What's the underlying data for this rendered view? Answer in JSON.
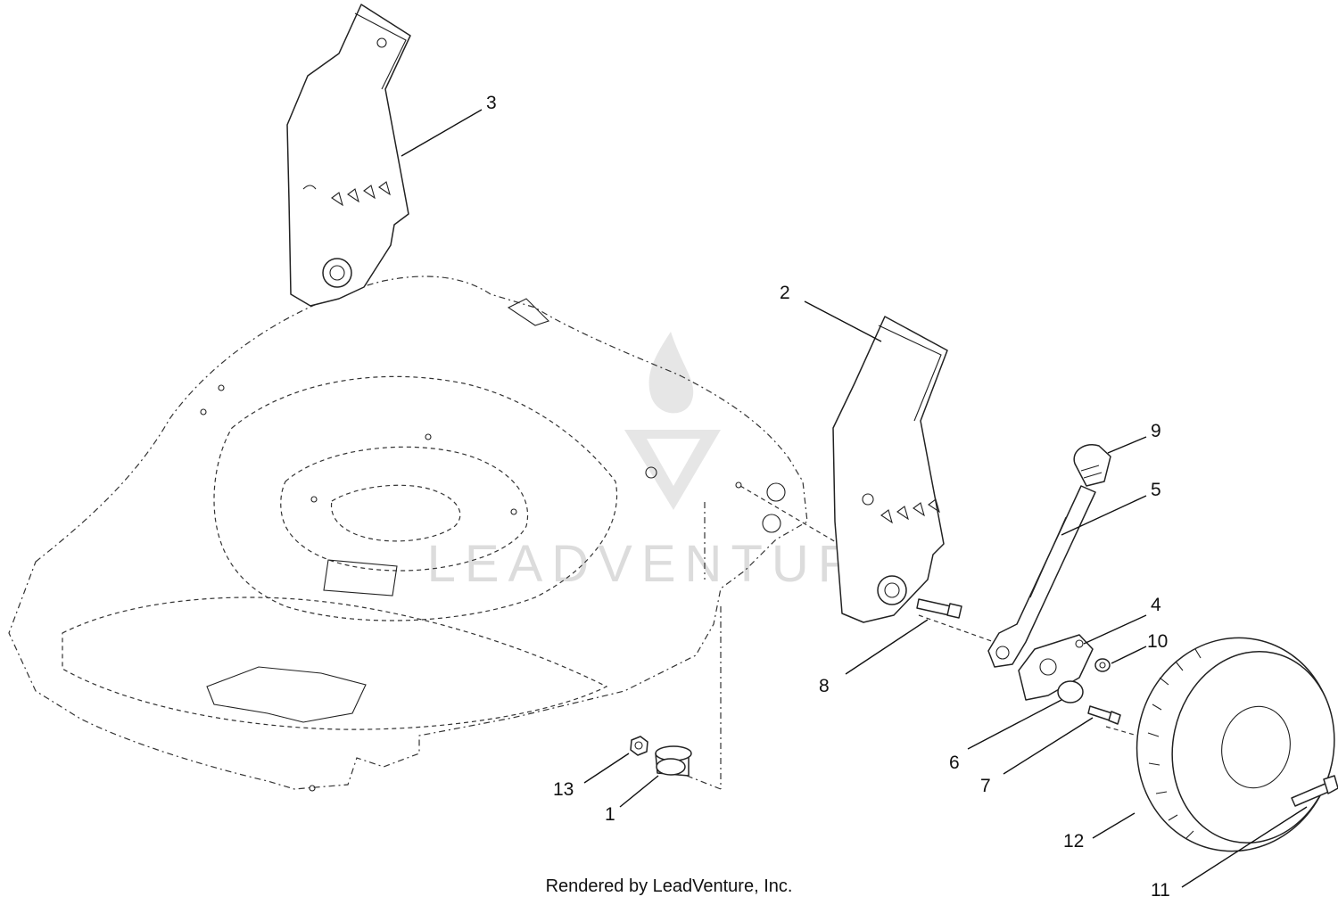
{
  "diagram": {
    "callouts": [
      "1",
      "2",
      "3",
      "4",
      "5",
      "6",
      "7",
      "8",
      "9",
      "10",
      "11",
      "12",
      "13"
    ],
    "watermark_text": "LEADVENTURE",
    "footer": "Rendered by LeadVenture, Inc."
  }
}
